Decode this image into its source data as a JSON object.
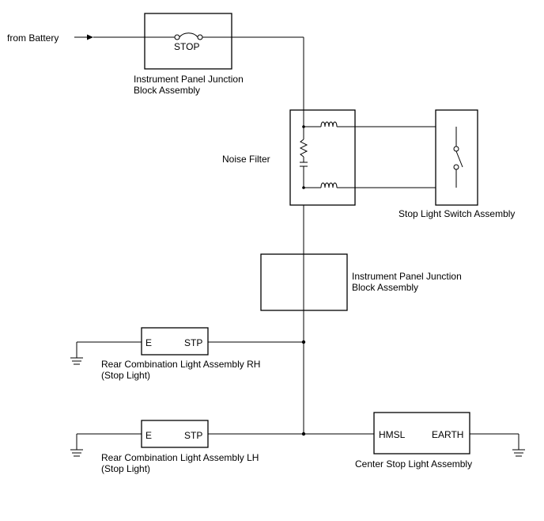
{
  "diagram": {
    "source_label": "from Battery",
    "fuse_label": "STOP",
    "junction_block_top": {
      "line1": "Instrument Panel Junction",
      "line2": "Block Assembly"
    },
    "noise_filter_label": "Noise Filter",
    "stop_light_switch_label": "Stop Light Switch Assembly",
    "junction_block_mid": {
      "line1": "Instrument Panel Junction",
      "line2": "Block Assembly"
    },
    "rear_rh": {
      "pin_e": "E",
      "pin_stp": "STP",
      "line1": "Rear Combination Light Assembly RH",
      "line2": "(Stop Light)"
    },
    "rear_lh": {
      "pin_e": "E",
      "pin_stp": "STP",
      "line1": "Rear Combination Light Assembly LH",
      "line2": "(Stop Light)"
    },
    "center_stop": {
      "pin_hmsl": "HMSL",
      "pin_earth": "EARTH",
      "label": "Center Stop Light Assembly"
    },
    "line_color": "#000000"
  }
}
